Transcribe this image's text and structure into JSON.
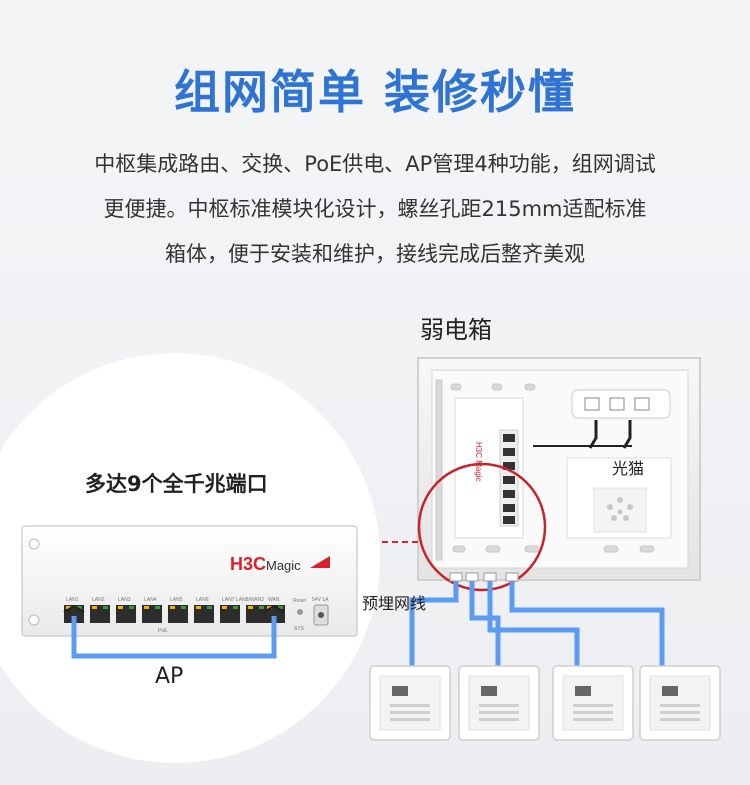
{
  "headline": "组网简单 装修秒懂",
  "description": [
    "中枢集成路由、交换、PoE供电、AP管理4种功能，组网调试",
    "更便捷。中枢标准模块化设计，螺丝孔距215mm适配标准",
    "箱体，便于安装和维护，接线完成后整齐美观"
  ],
  "box_label": "弱电箱",
  "modem_label": "光猫",
  "cable_label": "预埋网线",
  "ports_label": "多达9个全千兆端口",
  "ap_label": "AP",
  "router": {
    "brand": "H3C",
    "brand_suffix": "Magic",
    "port_labels": [
      "LAN1",
      "LAN2",
      "LAN3",
      "LAN4",
      "LAN5",
      "LAN6",
      "LAN7",
      "LAN8/WAN2",
      "WAN"
    ],
    "poe_label": "PoE",
    "reset_label": "Reset",
    "power_label": "54V 1A",
    "sys_label": "SYS"
  },
  "colors": {
    "accent": "#2f74d4",
    "cable": "#5b9bf0",
    "brand_red": "#d8232a"
  }
}
